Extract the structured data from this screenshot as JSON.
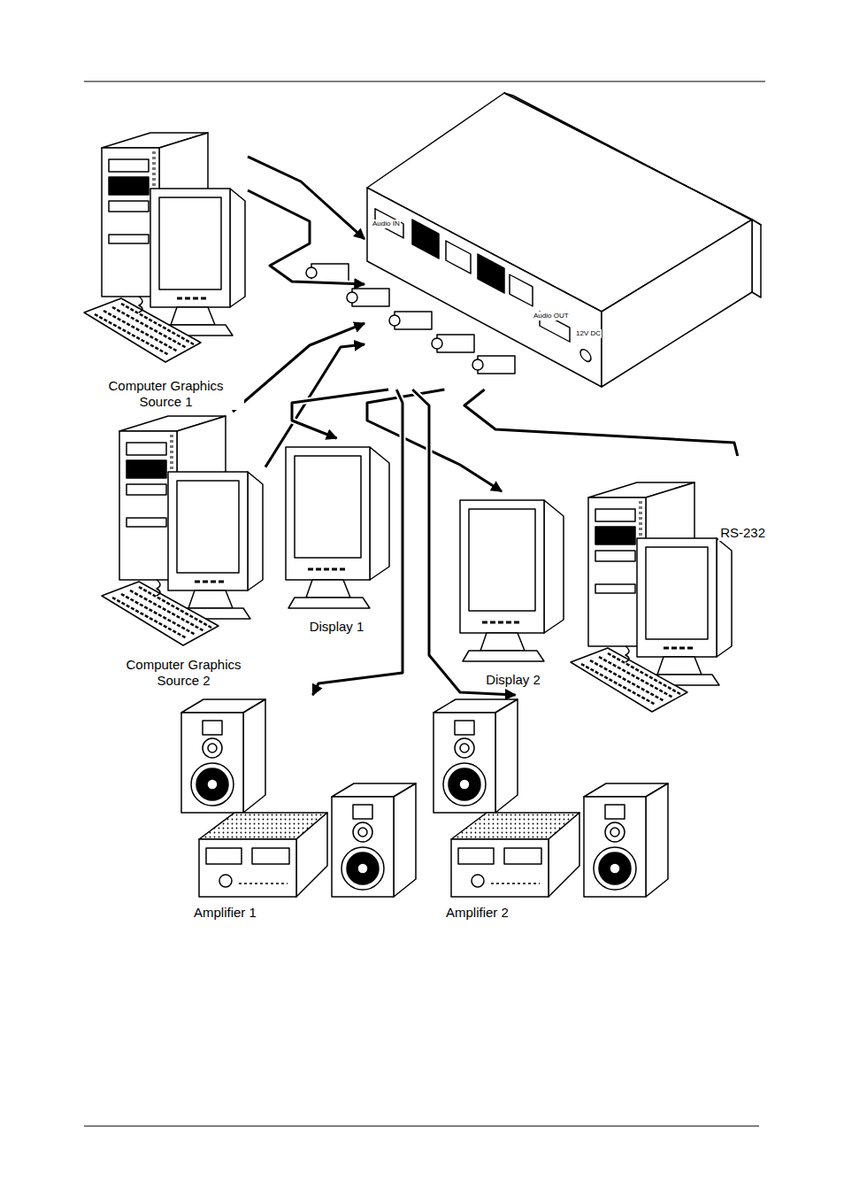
{
  "diagram": {
    "nodes": [
      {
        "text": [
          "Audio IN",
          "Audio OUT",
          "12V DC"
        ]
      },
      {
        "text": [
          "Computer Graphics Source 1"
        ]
      },
      {
        "text": [
          "Computer Graphics Source 2"
        ]
      },
      {
        "text": [
          "Display 1"
        ]
      },
      {
        "text": [
          "Display 2"
        ]
      },
      {
        "text": [
          "RS-232"
        ]
      },
      {
        "text": [
          "Amplifier 1"
        ]
      },
      {
        "text": [
          "Amplifier 2"
        ]
      }
    ],
    "edges": [
      {
        "from": 1,
        "to": 0,
        "arrow": "to"
      },
      {
        "from": 1,
        "to": 0,
        "arrow": "to"
      },
      {
        "from": 2,
        "to": 0,
        "arrow": "to"
      },
      {
        "from": 2,
        "to": 0,
        "arrow": "to"
      },
      {
        "from": 0,
        "to": 3,
        "arrow": "to"
      },
      {
        "from": 0,
        "to": 4,
        "arrow": "to"
      },
      {
        "from": 0,
        "to": 6,
        "arrow": "to"
      },
      {
        "from": 0,
        "to": 7,
        "arrow": "to"
      },
      {
        "from": 0,
        "to": 5,
        "arrow": "none"
      }
    ]
  }
}
